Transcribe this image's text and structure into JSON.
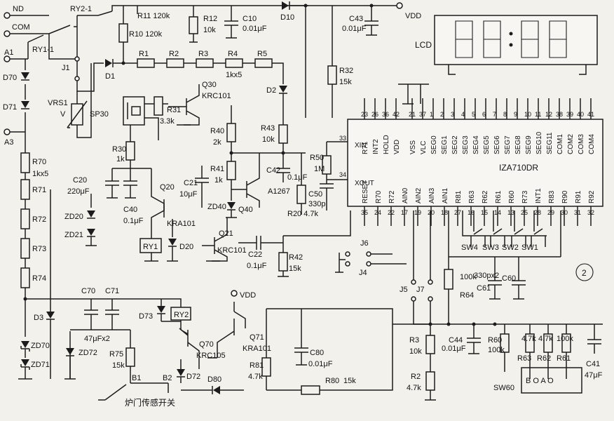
{
  "figure_number": "2",
  "chip": {
    "name": "IZA710DR",
    "top_pins": [
      {
        "num": "23",
        "name": "R71"
      },
      {
        "num": "26",
        "name": "INT2"
      },
      {
        "num": "36",
        "name": "HOLD"
      },
      {
        "num": "42",
        "name": "VDD"
      },
      {
        "num": "21",
        "name": "VSS"
      },
      {
        "num": "37",
        "name": "VLC"
      },
      {
        "num": "1",
        "name": "SEG0"
      },
      {
        "num": "2",
        "name": "SEG1"
      },
      {
        "num": "3",
        "name": "SEG2"
      },
      {
        "num": "4",
        "name": "SEG3"
      },
      {
        "num": "5",
        "name": "SEG4"
      },
      {
        "num": "6",
        "name": "SEG5"
      },
      {
        "num": "7",
        "name": "SEG6"
      },
      {
        "num": "8",
        "name": "SEG7"
      },
      {
        "num": "9",
        "name": "SEG8"
      },
      {
        "num": "10",
        "name": "SEG9"
      },
      {
        "num": "11",
        "name": "SEG10"
      },
      {
        "num": "12",
        "name": "SEG11"
      },
      {
        "num": "38",
        "name": "COM1"
      },
      {
        "num": "39",
        "name": "COM2"
      },
      {
        "num": "40",
        "name": "COM3"
      },
      {
        "num": "41",
        "name": "COM4"
      }
    ],
    "bottom_pins": [
      {
        "num": "35",
        "name": "RESET"
      },
      {
        "num": "24",
        "name": "R70"
      },
      {
        "num": "22",
        "name": "R72"
      },
      {
        "num": "17",
        "name": "AIN0"
      },
      {
        "num": "19",
        "name": "AIN2"
      },
      {
        "num": "20",
        "name": "AIN3"
      },
      {
        "num": "18",
        "name": "AIN1"
      },
      {
        "num": "27",
        "name": "R81"
      },
      {
        "num": "16",
        "name": "R63"
      },
      {
        "num": "15",
        "name": "R62"
      },
      {
        "num": "14",
        "name": "R61"
      },
      {
        "num": "13",
        "name": "R60"
      },
      {
        "num": "25",
        "name": "R73"
      },
      {
        "num": "28",
        "name": "INT1"
      },
      {
        "num": "29",
        "name": "R83"
      },
      {
        "num": "30",
        "name": "R90"
      },
      {
        "num": "31",
        "name": "R91"
      },
      {
        "num": "32",
        "name": "R92"
      }
    ],
    "side_pins": [
      {
        "num": "33",
        "name": "XIN"
      },
      {
        "num": "34",
        "name": "XOUT"
      }
    ]
  },
  "lcd_label": "LCD",
  "vdd_label": "VDD",
  "terminals": [
    "ND",
    "COM",
    "A1",
    "A3"
  ],
  "relay_contacts": [
    "RY2-1",
    "RY1-1"
  ],
  "components": {
    "R11": "R11 120k",
    "R10": "R10 120k",
    "R12": "R12",
    "R12v": "10k",
    "C10": "C10",
    "C10v": "0.01μF",
    "D10": "D10",
    "C43": "C43",
    "C43v": "0.01μF",
    "R1": "R1",
    "R2": "R2",
    "R3": "R3",
    "R4": "R4",
    "R4v": "1kx5",
    "R5": "R5",
    "D1": "D1",
    "D2": "D2",
    "J1": "J1",
    "R32": "R32",
    "R32v": "15k",
    "D70": "D70",
    "D71": "D71",
    "VRS1": "VRS1",
    "V": "V",
    "SP30": "SP30",
    "R31": "R31",
    "R31v": "3.3k",
    "Q30": "Q30",
    "Q30m": "KRC101",
    "R40": "R40",
    "R40v": "2k",
    "R43": "R43",
    "R43v": "10k",
    "R41": "R41",
    "R41v": "1k",
    "C42": "C42",
    "C42v": "0.1μF",
    "R50": "R50",
    "R50v": "1M",
    "C50": "C50",
    "C50v": "330p",
    "R70": "R70",
    "R70v": "1kx5",
    "R71": "R71",
    "R72": "R72",
    "R73": "R73",
    "R74": "R74",
    "R30": "R30",
    "R30v": "1k",
    "C20": "C20",
    "C20v": "220μF",
    "C21": "C21",
    "C21v": "10μF",
    "ZD40": "ZD40",
    "Q40": "Q40",
    "Q40m": "A1267",
    "R20": "R20 4.7k",
    "C40": "C40",
    "C40v": "0.1μF",
    "Q20": "Q20",
    "Q20m": "KRA101",
    "ZD20": "ZD20",
    "ZD21": "ZD21",
    "RY1": "RY1",
    "D20": "D20",
    "Q21": "Q21",
    "Q21m": "KRC101",
    "C22": "C22",
    "C22v": "0.1μF",
    "R42": "R42",
    "R42v": "15k",
    "J6": "J6",
    "J4": "J4",
    "SW4": "SW4",
    "SW3": "SW3",
    "SW2": "SW2",
    "SW1": "SW1",
    "R64": "R64",
    "R64v": "100k",
    "C61": "C61",
    "C60": "C60",
    "C6xv": "330px2",
    "C70": "C70",
    "C71": "C71",
    "C7xv": "47μFx2",
    "D3": "D3",
    "D73": "D73",
    "RY2": "RY2",
    "Q71": "Q71",
    "Q71m": "KRA101",
    "Q70": "Q70",
    "Q70m": "KRC105",
    "ZD70": "ZD70",
    "ZD71": "ZD71",
    "ZD72": "ZD72",
    "R75": "R75",
    "R75v": "15k",
    "D72": "D72",
    "D80": "D80",
    "C80": "C80",
    "C80v": "0.01μF",
    "R81": "R81",
    "R81v": "4.7k",
    "R80": "R80",
    "R80v": "15k",
    "J5": "J5",
    "J7": "J7",
    "R3b": "R3",
    "R3bv": "10k",
    "R2b": "R2",
    "R2bv": "4.7k",
    "C44": "C44",
    "C44v": "0.01μF",
    "R60": "R60",
    "R60v": "100k",
    "R63": "R63",
    "R63v": "4.7k",
    "R62": "R62",
    "R62v": "4.7k",
    "R61": "R61",
    "R61v": "100k",
    "C41": "C41",
    "C41v": "47μF",
    "SW60": "SW60",
    "B1": "B1",
    "B2": "B2"
  },
  "door_sensor_label": "炉门传感开关",
  "sw60_contacts": "B O A O"
}
